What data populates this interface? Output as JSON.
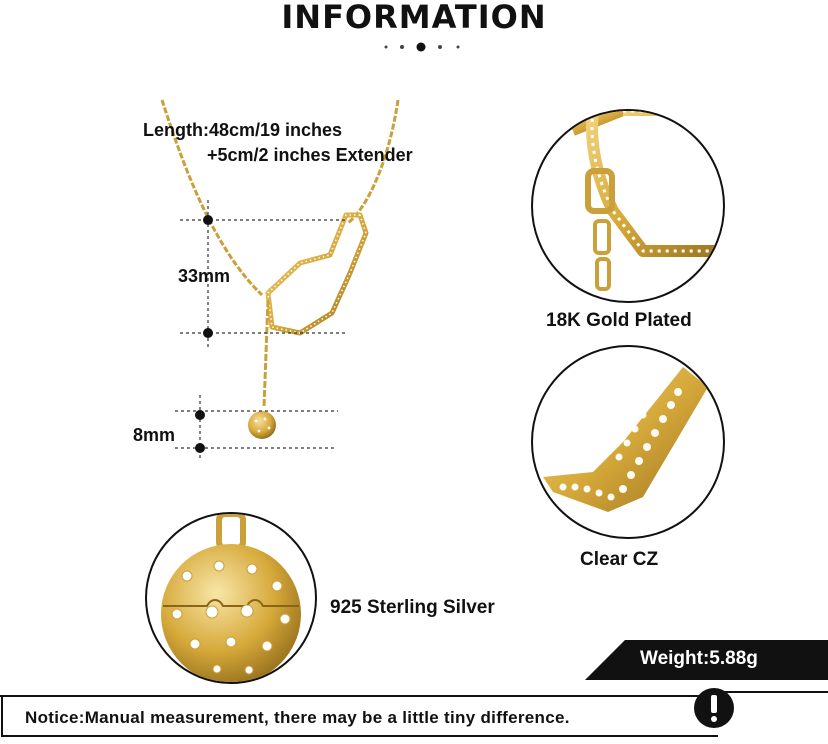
{
  "header": {
    "title": "INFORMATION"
  },
  "necklace": {
    "length_line1": "Length:48cm/19 inches",
    "length_line2": "+5cm/2 inches Extender",
    "pendant_size": "33mm",
    "ball_size": "8mm"
  },
  "features": {
    "plating": "18K Gold Plated",
    "stones": "Clear CZ",
    "material": "925 Sterling Silver"
  },
  "weight": {
    "label": "Weight:5.88g"
  },
  "notice": {
    "text": "Notice:Manual measurement, there may be a little tiny difference.",
    "icon": "exclamation-icon"
  },
  "colors": {
    "gold": "#d6a93a",
    "gold_light": "#f1d37c",
    "gold_dark": "#9c7420",
    "black": "#111111"
  }
}
